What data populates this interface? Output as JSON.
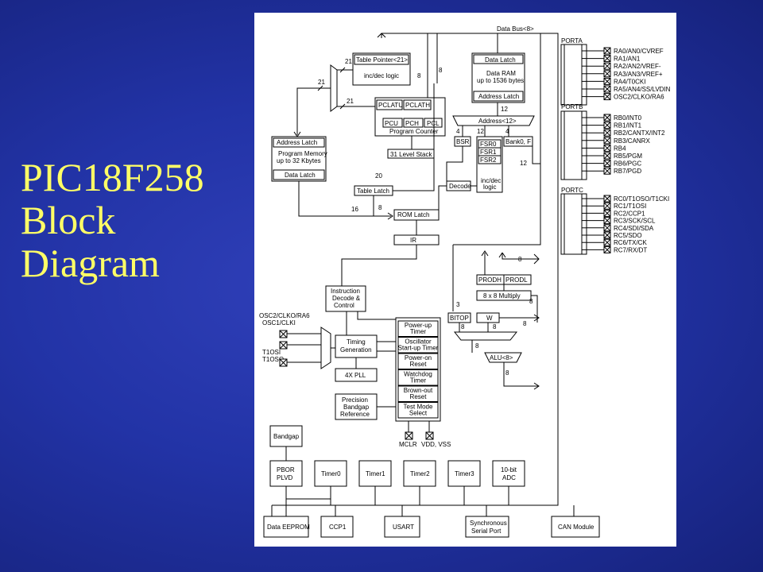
{
  "slide": {
    "title_lines": [
      "PIC18F258",
      "Block",
      "Diagram"
    ]
  },
  "colors": {
    "background": "#2233a6",
    "title": "#ffff66",
    "panel": "#ffffff",
    "line": "#000000"
  },
  "diagram": {
    "data_bus": "Data Bus<8>",
    "table_pointer": "Table Pointer<21>",
    "inc_dec_logic": "inc/dec logic",
    "pclatu": "PCLATU",
    "pclath": "PCLATH",
    "pcu": "PCU",
    "pch": "PCH",
    "pcl": "PCL",
    "program_counter": "Program Counter",
    "level_stack": "31 Level Stack",
    "address_latch": "Address Latch",
    "program_memory": [
      "Program Memory",
      "up to 32 Kbytes"
    ],
    "data_latch": "Data Latch",
    "table_latch": "Table Latch",
    "rom_latch": "ROM Latch",
    "ir": "IR",
    "data_ram": [
      "Data RAM",
      "up to 1536 bytes"
    ],
    "address_bus": "Address<12>",
    "bsr": "BSR",
    "fsr": [
      "FSR0",
      "FSR1",
      "FSR2"
    ],
    "fsr_incdec": [
      "inc/dec",
      "logic"
    ],
    "bank": "Bank0, F",
    "decode": "Decode",
    "instruction_decode": [
      "Instruction",
      "Decode &",
      "Control"
    ],
    "timing_generation": [
      "Timing",
      "Generation"
    ],
    "pll": "4X PLL",
    "precision_bandgap": [
      "Precision",
      "Bandgap",
      "Reference"
    ],
    "power_blocks": [
      [
        "Power-up",
        "Timer"
      ],
      [
        "Oscillator",
        "Start-up Timer"
      ],
      [
        "Power-on",
        "Reset"
      ],
      [
        "Watchdog",
        "Timer"
      ],
      [
        "Brown-out",
        "Reset"
      ],
      [
        "Test Mode",
        "Select"
      ]
    ],
    "mclr": "MCLR",
    "vdd_vss": "VDD, VSS",
    "osc_pins": [
      "OSC2/CLKO/RA6",
      "OSC1/CLKI"
    ],
    "t1_pins": [
      "T1OSI",
      "T1OSO"
    ],
    "prodh": "PRODH",
    "prodl": "PRODL",
    "multiply": "8 x 8 Multiply",
    "bitop": "BITOP",
    "w_reg": "W",
    "alu": "ALU<8>",
    "porta": {
      "name": "PORTA",
      "pins": [
        "RA0/AN0/CVREF",
        "RA1/AN1",
        "RA2/AN2/VREF-",
        "RA3/AN3/VREF+",
        "RA4/T0CKI",
        "RA5/AN4/SS/LVDIN",
        "OSC2/CLKO/RA6"
      ]
    },
    "portb": {
      "name": "PORTB",
      "pins": [
        "RB0/INT0",
        "RB1/INT1",
        "RB2/CANTX/INT2",
        "RB3/CANRX",
        "RB4",
        "RB5/PGM",
        "RB6/PGC",
        "RB7/PGD"
      ]
    },
    "portc": {
      "name": "PORTC",
      "pins": [
        "RC0/T1OSO/T1CKI",
        "RC1/T1OSI",
        "RC2/CCP1",
        "RC3/SCK/SCL",
        "RC4/SDI/SDA",
        "RC5/SDO",
        "RC6/TX/CK",
        "RC7/RX/DT"
      ]
    },
    "bandgap": "Bandgap",
    "pbor": [
      "PBOR",
      "PLVD"
    ],
    "timers": [
      "Timer0",
      "Timer1",
      "Timer2",
      "Timer3"
    ],
    "adc": [
      "10-bit",
      "ADC"
    ],
    "data_eeprom": "Data EEPROM",
    "ccp1": "CCP1",
    "usart": "USART",
    "serial_port": [
      "Synchronous",
      "Serial Port"
    ],
    "can_module": "CAN Module",
    "widths": {
      "w21a": "21",
      "w21b": "21",
      "w21c": "21",
      "w20": "20",
      "w8a": "8",
      "w8b": "8",
      "w12": "12",
      "w4a": "4",
      "w12b": "12",
      "w4b": "4",
      "w12c": "12",
      "w16": "16",
      "w8c": "8",
      "w8d": "8",
      "w8e": "8",
      "w3": "3",
      "w8f": "8",
      "w8g": "8",
      "w8h": "8",
      "w8i": "8",
      "w8j": "8"
    }
  }
}
